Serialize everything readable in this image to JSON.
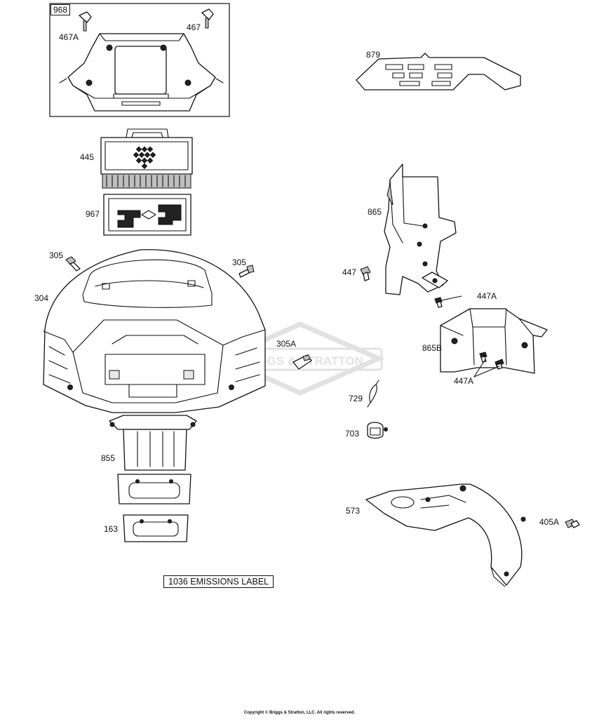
{
  "labels": {
    "p968": "968",
    "p467A_top": "467A",
    "p467": "467",
    "p879": "879",
    "p445": "445",
    "p967": "967",
    "p865": "865",
    "p305_left": "305",
    "p305_right": "305",
    "p304": "304",
    "p447": "447",
    "p447A_top": "447A",
    "p865B": "865B",
    "p305A": "305A",
    "p447A_bottom": "447A",
    "p729": "729",
    "p703": "703",
    "p855": "855",
    "p573": "573",
    "p405A": "405A",
    "p163": "163"
  },
  "emissions_label": "1036 EMISSIONS LABEL",
  "watermark": "BRIGGS & STRATTON",
  "copyright": "Copyright © Briggs & Stratton, LLC. All rights reserved."
}
